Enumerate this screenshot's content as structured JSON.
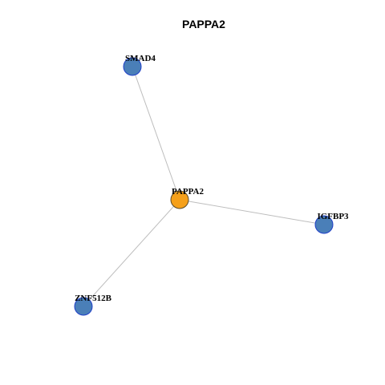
{
  "title": "PAPPA2",
  "colors": {
    "center_fill": "#f5a01a",
    "center_stroke": "#5a4a2a",
    "neighbor_fill": "#4a7fb8",
    "neighbor_stroke": "#1f3fc8",
    "edge": "#bdbdbd"
  },
  "nodes": [
    {
      "id": "PAPPA2",
      "label": "PAPPA2",
      "role": "center"
    },
    {
      "id": "SMAD4",
      "label": "SMAD4",
      "role": "neighbor"
    },
    {
      "id": "IGFBP3",
      "label": "IGFBP3",
      "role": "neighbor"
    },
    {
      "id": "ZNF512B",
      "label": "ZNF512B",
      "role": "neighbor"
    }
  ],
  "edges": [
    {
      "source": "PAPPA2",
      "target": "SMAD4"
    },
    {
      "source": "PAPPA2",
      "target": "IGFBP3"
    },
    {
      "source": "PAPPA2",
      "target": "ZNF512B"
    }
  ]
}
